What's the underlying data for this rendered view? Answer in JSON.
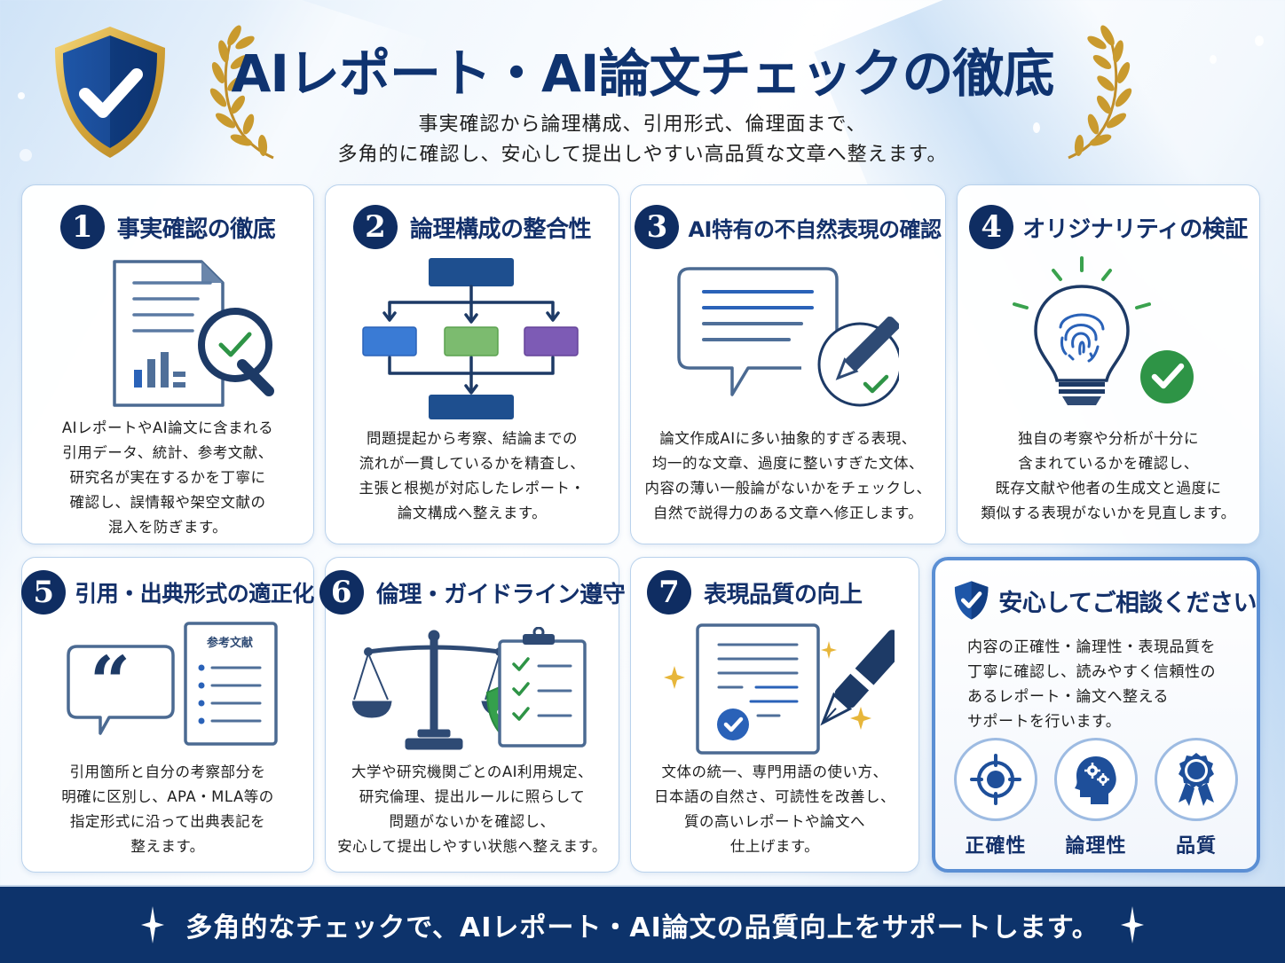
{
  "header": {
    "title": "AIレポート・AI論文チェックの徹底",
    "subtitle_lines": [
      "事実確認から論理構成、引用形式、倫理面まで、",
      "多角的に確認し、安心して提出しやすい高品質な文章へ整えます。"
    ],
    "icons": [
      "shield-check-icon",
      "laurel-left-icon",
      "laurel-right-icon"
    ]
  },
  "cards": [
    {
      "number": "1",
      "title": "事実確認の徹底",
      "icon": "document-magnifier-check-icon",
      "body": [
        "AIレポートやAI論文に含まれる",
        "引用データ、統計、参考文献、",
        "研究名が実在するかを丁寧に",
        "確認し、誤情報や架空文献の",
        "混入を防ぎます。"
      ]
    },
    {
      "number": "2",
      "title": "論理構成の整合性",
      "icon": "flowchart-icon",
      "body": [
        "問題提起から考察、結論までの",
        "流れが一貫しているかを精査し、",
        "主張と根拠が対応したレポート・",
        "論文構成へ整えます。"
      ]
    },
    {
      "number": "3",
      "title": "AI特有の不自然表現の確認",
      "icon": "speech-bubble-pencil-check-icon",
      "body": [
        "論文作成AIに多い抽象的すぎる表現、",
        "均一的な文章、過度に整いすぎた文体、",
        "内容の薄い一般論がないかをチェックし、",
        "自然で説得力のある文章へ修正します。"
      ]
    },
    {
      "number": "4",
      "title": "オリジナリティの検証",
      "icon": "lightbulb-fingerprint-check-icon",
      "body": [
        "独自の考察や分析が十分に",
        "含まれているかを確認し、",
        "既存文献や他者の生成文と過度に",
        "類似する表現がないかを見直します。"
      ]
    },
    {
      "number": "5",
      "title": "引用・出典形式の適正化",
      "icon": "quote-references-icon",
      "icon_label": "参考文献",
      "body": [
        "引用箇所と自分の考察部分を",
        "明確に区別し、APA・MLA等の",
        "指定形式に沿って出典表記を",
        "整えます。"
      ]
    },
    {
      "number": "6",
      "title": "倫理・ガイドライン遵守",
      "icon": "scales-shield-clipboard-icon",
      "body": [
        "大学や研究機関ごとのAI利用規定、",
        "研究倫理、提出ルールに照らして",
        "問題がないかを確認し、",
        "安心して提出しやすい状態へ整えます。"
      ]
    },
    {
      "number": "7",
      "title": "表現品質の向上",
      "icon": "document-fountain-pen-icon",
      "body": [
        "文体の統一、専門用語の使い方、",
        "日本語の自然さ、可読性を改善し、",
        "質の高いレポートや論文へ",
        "仕上げます。"
      ]
    }
  ],
  "consult": {
    "title": "安心してご相談ください",
    "icon": "shield-check-icon",
    "body": [
      "内容の正確性・論理性・表現品質を",
      "丁寧に確認し、読みやすく信頼性の",
      "あるレポート・論文へ整える",
      "サポートを行います。"
    ],
    "features": [
      {
        "label": "正確性",
        "icon": "target-icon"
      },
      {
        "label": "論理性",
        "icon": "head-gears-icon"
      },
      {
        "label": "品質",
        "icon": "award-ribbon-icon"
      }
    ]
  },
  "footer": {
    "text": "多角的なチェックで、AIレポート・AI論文の品質向上をサポートします。"
  },
  "colors": {
    "navy": "#0f2d62",
    "title_navy": "#0f3370",
    "accent_blue": "#2a62b8",
    "green": "#2e9446",
    "gold": "#c99a2e",
    "footer_bg": "#0d336b"
  }
}
